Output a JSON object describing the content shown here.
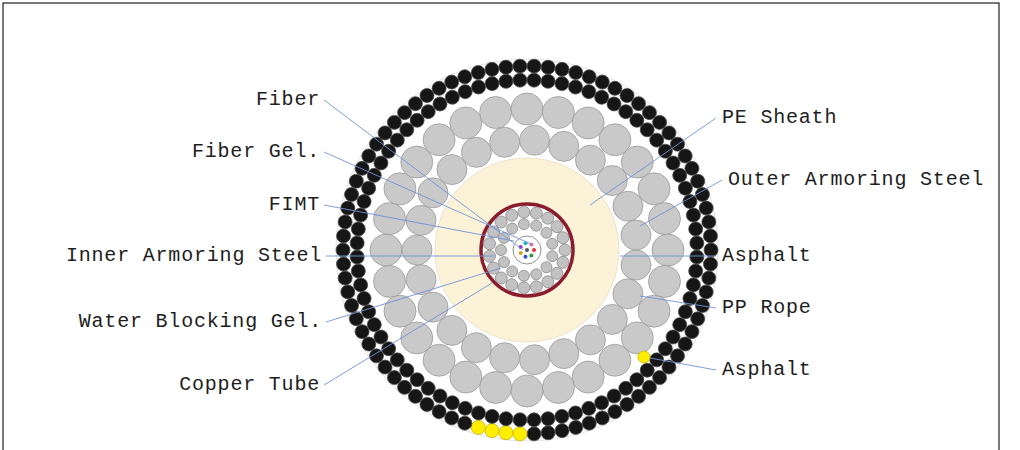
{
  "diagram": {
    "labels": [
      "Fiber",
      "Fiber Gel.",
      "FIMT",
      "Inner Armoring Steel",
      "Water Blocking Gel.",
      "Copper Tube",
      "PE Sheath",
      "Outer Armoring Steel",
      "Asphalt",
      "PP Rope",
      "Asphalt"
    ]
  }
}
